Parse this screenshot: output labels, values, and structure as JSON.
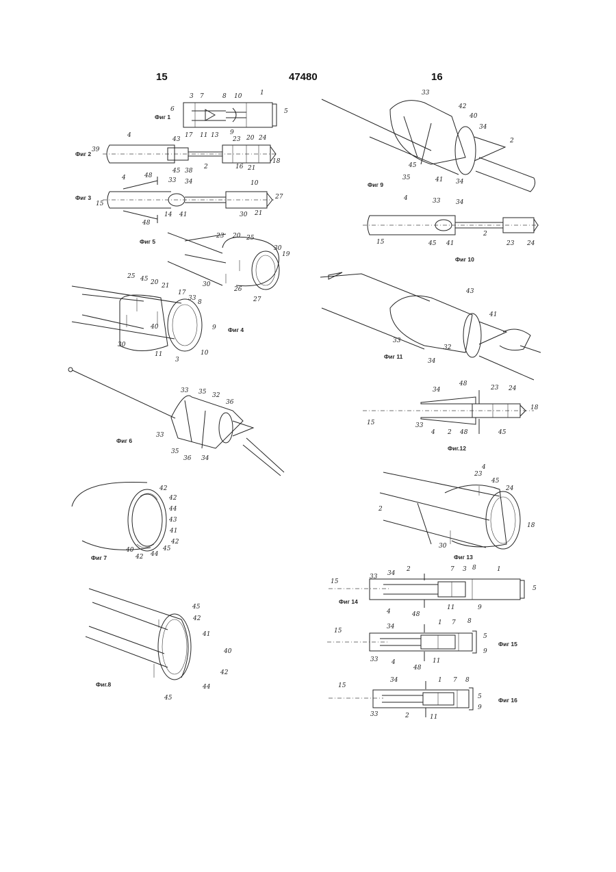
{
  "header": {
    "left_page": "15",
    "patent_number": "47480",
    "right_page": "16"
  },
  "figures": {
    "fig1": "Фиг 1",
    "fig2": "Фиг 2",
    "fig3": "Фиг 3",
    "fig4": "Фиг 4",
    "fig5": "Фиг 5",
    "fig6": "Фиг 6",
    "fig7": "Фиг 7",
    "fig8": "Фиг.8",
    "fig9": "Фиг 9",
    "fig10": "Фиг 10",
    "fig11": "Фиг 11",
    "fig12": "Фиг.12",
    "fig13": "Фиг 13",
    "fig14": "Фиг 14",
    "fig15": "Фиг 15",
    "fig16": "Фиг 16"
  },
  "callouts": {
    "fig1": [
      "1",
      "3",
      "7",
      "8",
      "10",
      "6",
      "5",
      "9",
      "11",
      "13",
      "17"
    ],
    "fig2": [
      "4",
      "39",
      "43",
      "23",
      "20",
      "24",
      "18",
      "45",
      "38",
      "2",
      "16",
      "21"
    ],
    "fig3": [
      "48",
      "4",
      "33",
      "34",
      "10",
      "15",
      "27",
      "14",
      "41",
      "30",
      "21",
      "48"
    ],
    "fig5": [
      "23",
      "20",
      "25",
      "30",
      "19",
      "30",
      "26",
      "27"
    ],
    "fig4": [
      "25",
      "45",
      "20",
      "21",
      "17",
      "33",
      "8",
      "9",
      "30",
      "40",
      "11",
      "3",
      "10"
    ],
    "fig6": [
      "33",
      "35",
      "32",
      "36",
      "33",
      "35",
      "36",
      "34"
    ],
    "fig7": [
      "42",
      "42",
      "44",
      "43",
      "41",
      "42",
      "40",
      "42",
      "44",
      "45"
    ],
    "fig8": [
      "45",
      "42",
      "41",
      "40",
      "42",
      "44",
      "45"
    ],
    "fig9": [
      "33",
      "42",
      "40",
      "34",
      "2",
      "45",
      "35",
      "41",
      "34"
    ],
    "fig10": [
      "4",
      "33",
      "34",
      "15",
      "45",
      "41",
      "2",
      "23",
      "24"
    ],
    "fig11": [
      "43",
      "41",
      "33",
      "34",
      "32"
    ],
    "fig12": [
      "48",
      "23",
      "24",
      "34",
      "18",
      "15",
      "33",
      "4",
      "2",
      "48",
      "45"
    ],
    "fig13": [
      "4",
      "23",
      "45",
      "24",
      "2",
      "18",
      "30"
    ],
    "fig14": [
      "15",
      "33",
      "34",
      "2",
      "7",
      "3",
      "8",
      "1",
      "5",
      "4",
      "48",
      "11",
      "9"
    ],
    "fig15": [
      "15",
      "34",
      "1",
      "7",
      "8",
      "5",
      "9",
      "33",
      "4",
      "48",
      "11"
    ],
    "fig16": [
      "15",
      "34",
      "1",
      "7",
      "8",
      "5",
      "9",
      "33",
      "2",
      "11"
    ]
  }
}
